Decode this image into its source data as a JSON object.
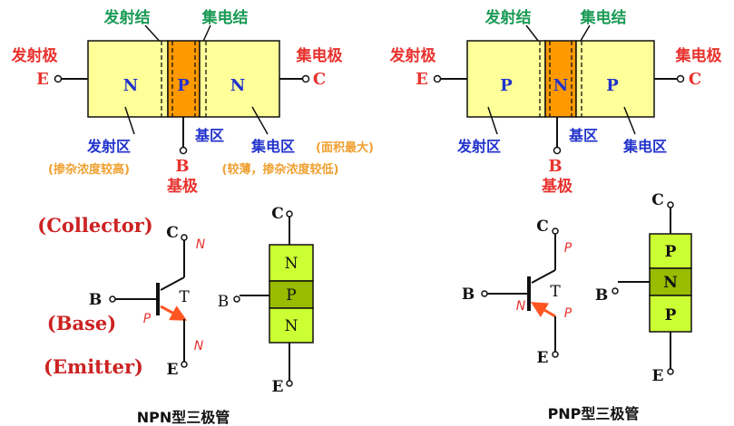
{
  "colors": {
    "red": "#e8322e",
    "green": "#1a9a55",
    "blue": "#2233cc",
    "orange": "#f0a030",
    "black": "#111111",
    "pale_yellow": "#ffff99",
    "orange_fill": "#ff9900",
    "lime": "#ccff33",
    "olive": "#99bb00",
    "arrow": "#ff5522"
  },
  "npn_structure": {
    "junction_emitter": "发射结",
    "junction_collector": "集电结",
    "left_region": "N",
    "middle_region": "P",
    "right_region": "N",
    "emitter_pole": "发射极",
    "emitter_letter": "E",
    "collector_pole": "集电极",
    "collector_letter": "C",
    "emitter_region": "发射区",
    "emitter_region_note": "(掺杂浓度较高)",
    "base_region": "基区",
    "base_region_note": "(较薄，掺杂浓度较低)",
    "collector_region": "集电区",
    "collector_region_note": "(面积最大)",
    "base_letter": "B",
    "base_pole": "基极"
  },
  "pnp_structure": {
    "junction_emitter": "发射结",
    "junction_collector": "集电结",
    "left_region": "P",
    "middle_region": "N",
    "right_region": "P",
    "emitter_pole": "发射极",
    "emitter_letter": "E",
    "collector_pole": "集电极",
    "collector_letter": "C",
    "emitter_region": "发射区",
    "base_region": "基区",
    "collector_region": "集电区",
    "base_letter": "B",
    "base_pole": "基极"
  },
  "npn_symbol": {
    "collector_label": "(Collector)",
    "base_label": "(Base)",
    "emitter_label": "(Emitter)",
    "c": "C",
    "b": "B",
    "e": "E",
    "t": "T",
    "hand_top": "N",
    "hand_mid": "P",
    "hand_bottom": "N"
  },
  "npn_stack": {
    "top": "N",
    "middle": "P",
    "bottom": "N",
    "c": "C",
    "b": "B",
    "e": "E"
  },
  "npn_caption": "NPN型三极管",
  "pnp_symbol": {
    "c": "C",
    "b": "B",
    "e": "E",
    "t": "T",
    "hand_top": "P",
    "hand_mid": "N",
    "hand_bottom": "P"
  },
  "pnp_stack": {
    "top": "P",
    "middle": "N",
    "bottom": "P",
    "c": "C",
    "b": "B",
    "e": "E"
  },
  "pnp_caption": "PNP型三极管"
}
